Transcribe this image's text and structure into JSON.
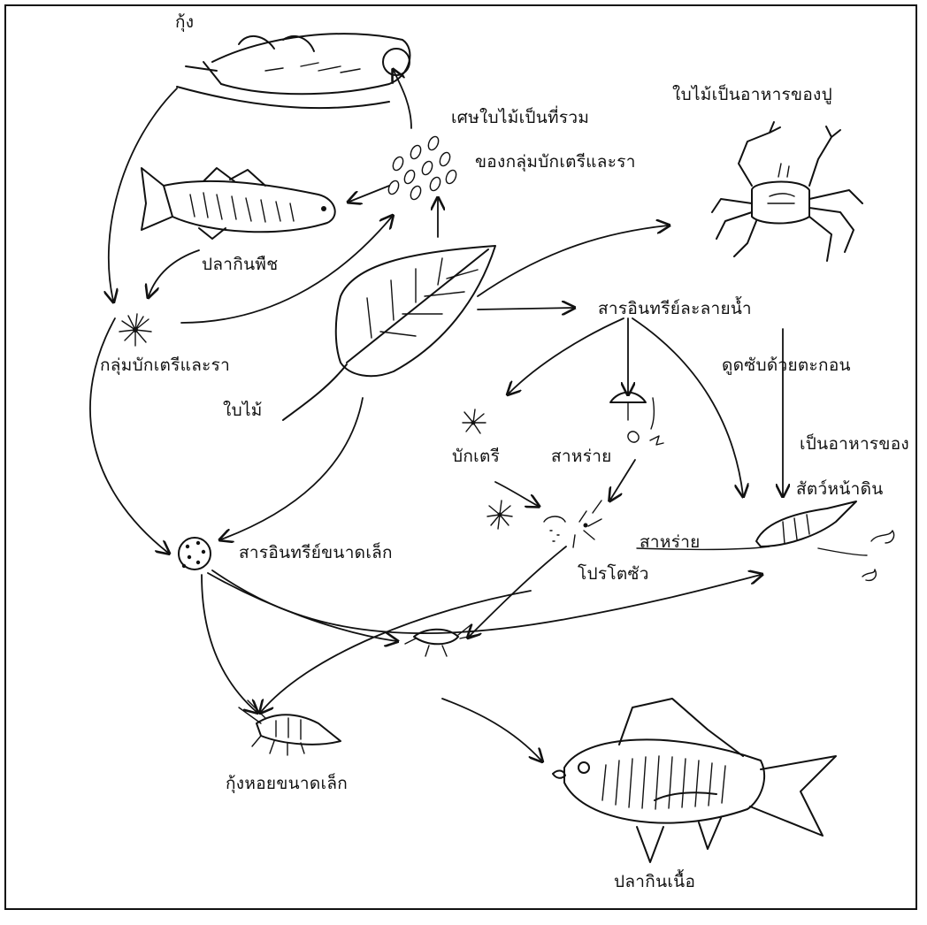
{
  "labels": {
    "shrimp": "กุ้ง",
    "leaf_litter": "เศษใบไม้เป็นที่รวม",
    "leaf_litter_2": "ของกลุ่มบักเตรีและรา",
    "crab_food": "ใบไม้เป็นอาหารของปู",
    "herbivore_fish": "ปลากินพืช",
    "bacteria_fungi": "กลุ่มบักเตรีและรา",
    "leaf": "ใบไม้",
    "dissolved_organic": "สารอินทรีย์ละลายน้ำ",
    "sediment_absorb": "ดูดซับด้วยตะกอน",
    "food_for": "เป็นอาหารของ",
    "benthic_animals": "สัตว์หน้าดิน",
    "bacteria": "บักเตรี",
    "algae_1": "สาหร่าย",
    "algae_2": "สาหร่าย",
    "protozoa": "โปรโตซัว",
    "small_organic": "สารอินทรีย์ขนาดเล็ก",
    "small_shrimp_shellfish": "กุ้งหอยขนาดเล็ก",
    "carnivore_fish": "ปลากินเนื้อ"
  }
}
